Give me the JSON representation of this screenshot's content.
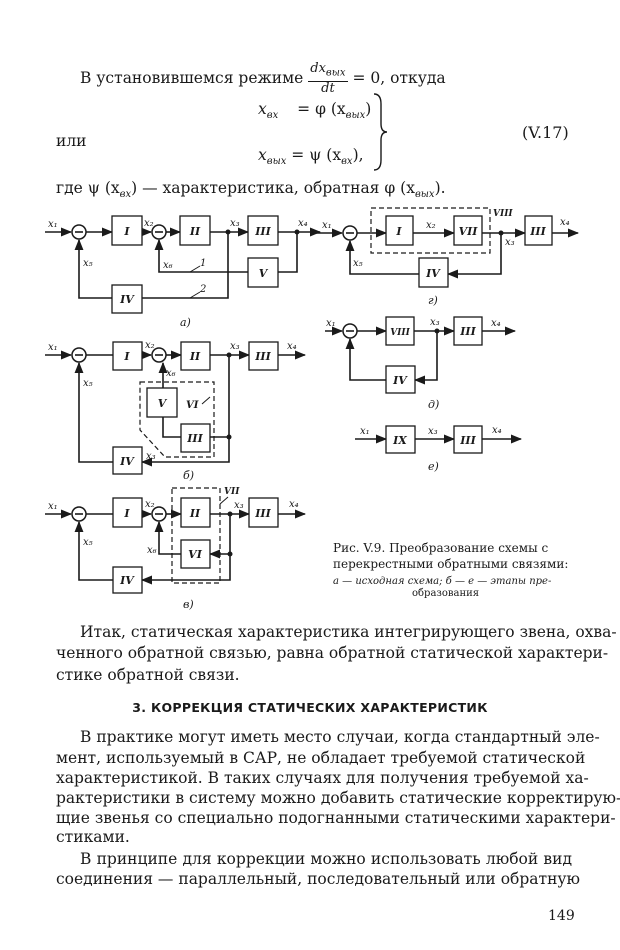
{
  "intro": {
    "text_before": "В установившемся режиме",
    "frac_num": "dx",
    "frac_num_sub": "вых",
    "frac_den": "dt",
    "text_after": "= 0, откуда"
  },
  "equation": {
    "line1_lhs": "x",
    "line1_lhs_sub": "вх",
    "line1_rhs": "= φ (x",
    "line1_rhs_sub": "вых",
    "line1_close": ")",
    "or_word": "или",
    "line2_lhs": "x",
    "line2_lhs_sub": "вых",
    "line2_rhs": "= ψ (x",
    "line2_rhs_sub": "вх",
    "line2_close": "),",
    "number": "(V.17)"
  },
  "where": {
    "a": "где ψ (x",
    "a_sub": "вх",
    "b": ") — характеристика, обратная φ (x",
    "b_sub": "вых",
    "c": ")."
  },
  "figure": {
    "blocks": {
      "I": "I",
      "II": "II",
      "III": "III",
      "IV": "IV",
      "V": "V",
      "VI": "VI",
      "VII": "VII",
      "VIII": "VIII",
      "IX": "IX"
    },
    "signals": {
      "x1": "x₁",
      "x2": "x₂",
      "x3": "x₃",
      "x4": "x₄",
      "x5": "x₅",
      "x6": "x₆"
    },
    "loop_labels": {
      "one": "1",
      "two": "2"
    },
    "panel_labels": {
      "a": "а)",
      "b": "б)",
      "v": "в)",
      "g": "г)",
      "d": "д)",
      "e": "е)"
    },
    "caption": {
      "title": "Рис. V.9. Преобразование схемы с",
      "title2": "перекрестными обратными связями:",
      "legend1": "а — исходная схема; б — е — этапы пре-",
      "legend2": "образования"
    }
  },
  "body": {
    "p1": [
      "Итак, статическая характеристика интегрирующего звена, охва-",
      "ченного обратной связью, равна обратной статической характери-",
      "стике обратной связи."
    ],
    "heading": "3. КОРРЕКЦИЯ СТАТИЧЕСКИХ ХАРАКТЕРИСТИК",
    "p2": [
      "В практике могут иметь место случаи, когда стандартный эле-",
      "мент, используемый в САР, не обладает требуемой статической",
      "характеристикой. В таких случаях для получения требуемой ха-",
      "рактеристики в систему можно добавить статические корректирую-",
      "щие звенья со специально подогнанными статическими характери-",
      "стиками."
    ],
    "p3": [
      "В принципе для коррекции можно использовать любой вид",
      "соединения — параллельный, последовательный или обратную"
    ]
  },
  "page_number": "149"
}
